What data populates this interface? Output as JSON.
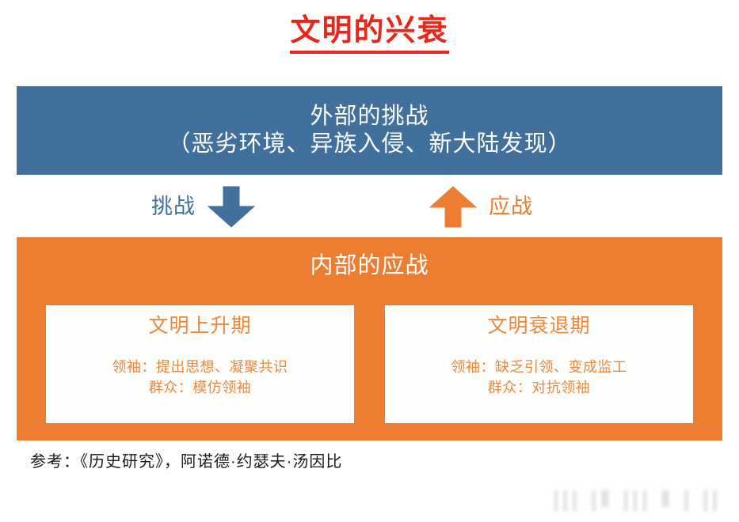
{
  "title": {
    "text": "文明的兴衰",
    "color": "#E8271C"
  },
  "external": {
    "line1": "外部的挑战",
    "line2": "（恶劣环境、异族入侵、新大陆发现）",
    "bg_color": "#41709C",
    "text_color": "#FFFFFF"
  },
  "arrows": {
    "challenge_label": "挑战",
    "challenge_color": "#41709C",
    "challenge_icon": "arrow-down-icon",
    "response_label": "应战",
    "response_color": "#ED7D31",
    "response_icon": "arrow-up-icon"
  },
  "internal": {
    "title": "内部的应战",
    "bg_color": "#ED7D31",
    "title_color": "#FFFFFF",
    "cards": [
      {
        "heading": "文明上升期",
        "line1": "领袖：提出思想、凝聚共识",
        "line2": "群众：模仿领袖",
        "text_color": "#E8893F",
        "bg_color": "#FDFDFB"
      },
      {
        "heading": "文明衰退期",
        "line1": "领袖：缺乏引领、变成监工",
        "line2": "群众：对抗领袖",
        "text_color": "#E8893F",
        "bg_color": "#FDFDFB"
      }
    ]
  },
  "footer": {
    "reference": "参考：《历史研究》，阿诺德·约瑟夫·汤因比"
  },
  "watermark": {
    "text": "||| |‖ ||| ‖ | || ▮"
  }
}
